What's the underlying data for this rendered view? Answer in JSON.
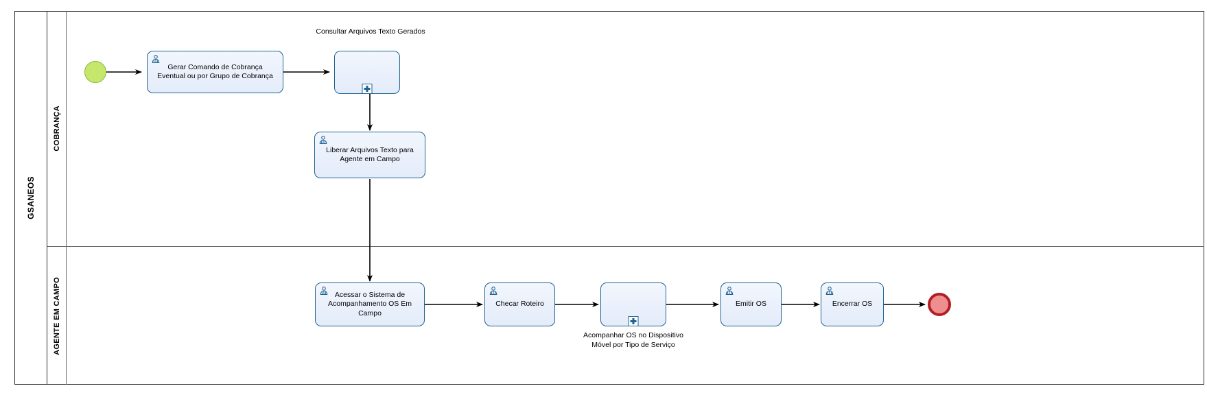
{
  "diagram": {
    "type": "bpmn-process",
    "pool": {
      "name": "GSANEOS"
    },
    "lanes": [
      {
        "id": "cobranca",
        "name": "COBRANÇA"
      },
      {
        "id": "agente",
        "name": "AGENTE EM CAMPO"
      }
    ],
    "events": [
      {
        "id": "start",
        "kind": "start-event",
        "lane": "cobranca",
        "label": ""
      },
      {
        "id": "end",
        "kind": "end-event",
        "lane": "agente",
        "label": ""
      }
    ],
    "tasks": [
      {
        "id": "t1",
        "kind": "user-task",
        "lane": "cobranca",
        "label": "Gerar Comando de Cobrança\nEventual ou por Grupo de Cobrança"
      },
      {
        "id": "t2",
        "kind": "collapsed-subprocess",
        "lane": "cobranca",
        "label": "",
        "external_label": "Consultar Arquivos Texto Gerados"
      },
      {
        "id": "t3",
        "kind": "user-task",
        "lane": "cobranca",
        "label": "Liberar Arquivos Texto para\nAgente em Campo"
      },
      {
        "id": "t4",
        "kind": "user-task",
        "lane": "agente",
        "label": "Acessar o Sistema de\nAcompanhamento OS Em\nCampo"
      },
      {
        "id": "t5",
        "kind": "user-task",
        "lane": "agente",
        "label": "Checar Roteiro"
      },
      {
        "id": "t6",
        "kind": "collapsed-subprocess",
        "lane": "agente",
        "label": "",
        "external_label": "Acompanhar OS no Dispositivo\nMóvel por Tipo de Serviço"
      },
      {
        "id": "t7",
        "kind": "user-task",
        "lane": "agente",
        "label": "Emitir OS"
      },
      {
        "id": "t8",
        "kind": "user-task",
        "lane": "agente",
        "label": "Encerrar OS"
      }
    ],
    "flows": [
      {
        "from": "start",
        "to": "t1"
      },
      {
        "from": "t1",
        "to": "t2"
      },
      {
        "from": "t2",
        "to": "t3"
      },
      {
        "from": "t3",
        "to": "t4"
      },
      {
        "from": "t4",
        "to": "t5"
      },
      {
        "from": "t5",
        "to": "t6"
      },
      {
        "from": "t6",
        "to": "t7"
      },
      {
        "from": "t7",
        "to": "t8"
      },
      {
        "from": "t8",
        "to": "end"
      }
    ],
    "colors": {
      "task_border": "#1f6391",
      "task_fill": "#e8eefa",
      "start_event_fill": "#c5e86c",
      "start_event_border": "#8bb43a",
      "end_event_fill": "#ef8e8e",
      "end_event_border": "#b01f24",
      "flow_line": "#000000",
      "pool_border": "#2b2b2b",
      "lane_border": "#6a6a6a"
    }
  }
}
